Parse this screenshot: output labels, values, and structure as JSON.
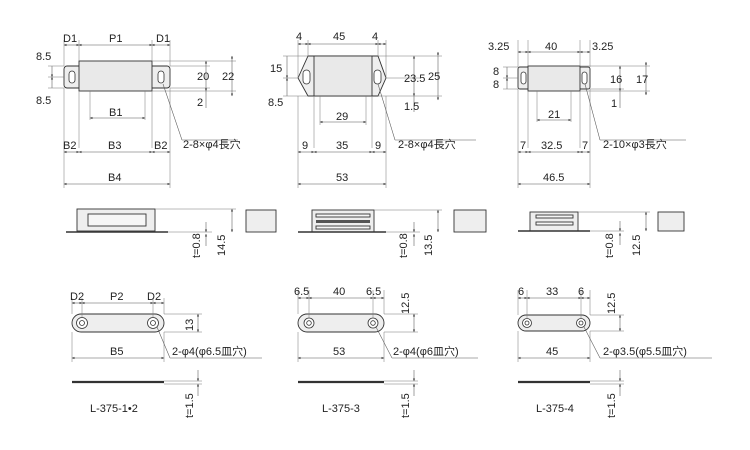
{
  "drawing": {
    "top_row": {
      "l375_12": {
        "d1_left": "D1",
        "p1": "P1",
        "d1_right": "D1",
        "v_8_5_top": "8.5",
        "v_8_5_bot": "8.5",
        "h20": "20",
        "h22": "22",
        "h2": "2",
        "b1": "B1",
        "b2_left": "B2",
        "b3": "B3",
        "b2_right": "B2",
        "b4": "B4",
        "note": "2-8×φ4長穴"
      },
      "l375_3": {
        "w4_left": "4",
        "w45": "45",
        "w4_right": "4",
        "v15": "15",
        "v8_5": "8.5",
        "h23_5": "23.5",
        "h25": "25",
        "h1_5": "1.5",
        "w29": "29",
        "w9_left": "9",
        "w35": "35",
        "w9_right": "9",
        "w53": "53",
        "note": "2-8×φ4長穴"
      },
      "l375_4": {
        "w3_25_left": "3.25",
        "w40": "40",
        "w3_25_right": "3.25",
        "v8": "8",
        "v8b": "8",
        "h16": "16",
        "h17": "17",
        "h1": "1",
        "w21": "21",
        "w7_left": "7",
        "w32_5": "32.5",
        "w7_right": "7",
        "w46_5": "46.5",
        "note": "2-10×φ3長穴"
      }
    },
    "middle_row": {
      "t1": "t=0.8",
      "h1": "14.5",
      "t2": "t=0.8",
      "h2": "13.5",
      "t3": "t=0.8",
      "h3": "12.5"
    },
    "bottom_row": {
      "plate1": {
        "d2_left": "D2",
        "p2": "P2",
        "d2_right": "D2",
        "h13": "13",
        "b5": "B5",
        "note": "2-φ4(φ6.5皿穴)",
        "thickness": "t=1.5",
        "model": "L-375-1•2"
      },
      "plate2": {
        "w6_5_left": "6.5",
        "w40": "40",
        "w6_5_right": "6.5",
        "h12_5": "12.5",
        "w53": "53",
        "note": "2-φ4(φ6皿穴)",
        "thickness": "t=1.5",
        "model": "L-375-3"
      },
      "plate3": {
        "w6_left": "6",
        "w33": "33",
        "w6_right": "6",
        "h12_5": "12.5",
        "w45": "45",
        "note": "2-φ3.5(φ5.5皿穴)",
        "thickness": "t=1.5",
        "model": "L-375-4"
      }
    }
  }
}
